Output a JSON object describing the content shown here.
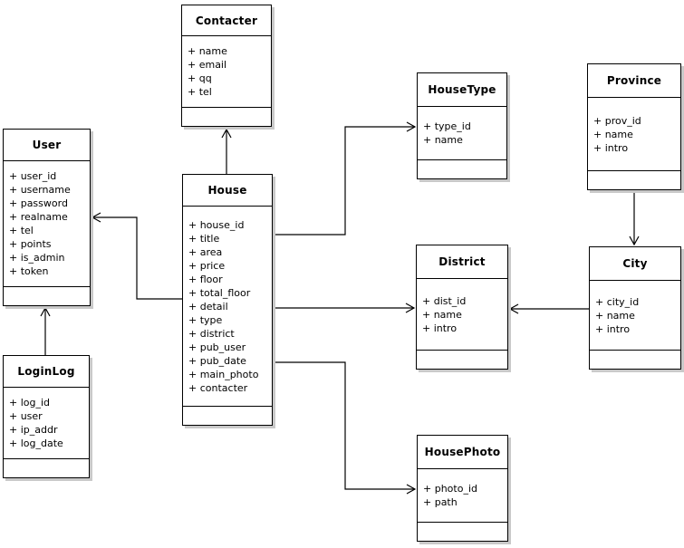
{
  "diagram_type": "uml-class-diagram",
  "attr_prefix": "+",
  "colors": {
    "line": "#000000",
    "box_fill": "#ffffff",
    "box_border": "#000000",
    "shadow": "#c9c9c9",
    "background": "#ffffff",
    "text": "#000000"
  },
  "entities": {
    "contacter": {
      "name": "Contacter",
      "attributes": [
        "name",
        "email",
        "qq",
        "tel"
      ]
    },
    "user": {
      "name": "User",
      "attributes": [
        "user_id",
        "username",
        "password",
        "realname",
        "tel",
        "points",
        "is_admin",
        "token"
      ]
    },
    "house": {
      "name": "House",
      "attributes": [
        "house_id",
        "title",
        "area",
        "price",
        "floor",
        "total_floor",
        "detail",
        "type",
        "district",
        "pub_user",
        "pub_date",
        "main_photo",
        "contacter"
      ]
    },
    "loginlog": {
      "name": "LoginLog",
      "attributes": [
        "log_id",
        "user",
        "ip_addr",
        "log_date"
      ]
    },
    "housetype": {
      "name": "HouseType",
      "attributes": [
        "type_id",
        "name"
      ]
    },
    "province": {
      "name": "Province",
      "attributes": [
        "prov_id",
        "name",
        "intro"
      ]
    },
    "district": {
      "name": "District",
      "attributes": [
        "dist_id",
        "name",
        "intro"
      ]
    },
    "city": {
      "name": "City",
      "attributes": [
        "city_id",
        "name",
        "intro"
      ]
    },
    "housephoto": {
      "name": "HousePhoto",
      "attributes": [
        "photo_id",
        "path"
      ]
    }
  },
  "relationships": [
    {
      "from": "House",
      "to": "Contacter"
    },
    {
      "from": "House",
      "to": "User"
    },
    {
      "from": "LoginLog",
      "to": "User"
    },
    {
      "from": "House",
      "to": "HouseType"
    },
    {
      "from": "House",
      "to": "District"
    },
    {
      "from": "House",
      "to": "HousePhoto"
    },
    {
      "from": "City",
      "to": "District"
    },
    {
      "from": "Province",
      "to": "City"
    }
  ]
}
